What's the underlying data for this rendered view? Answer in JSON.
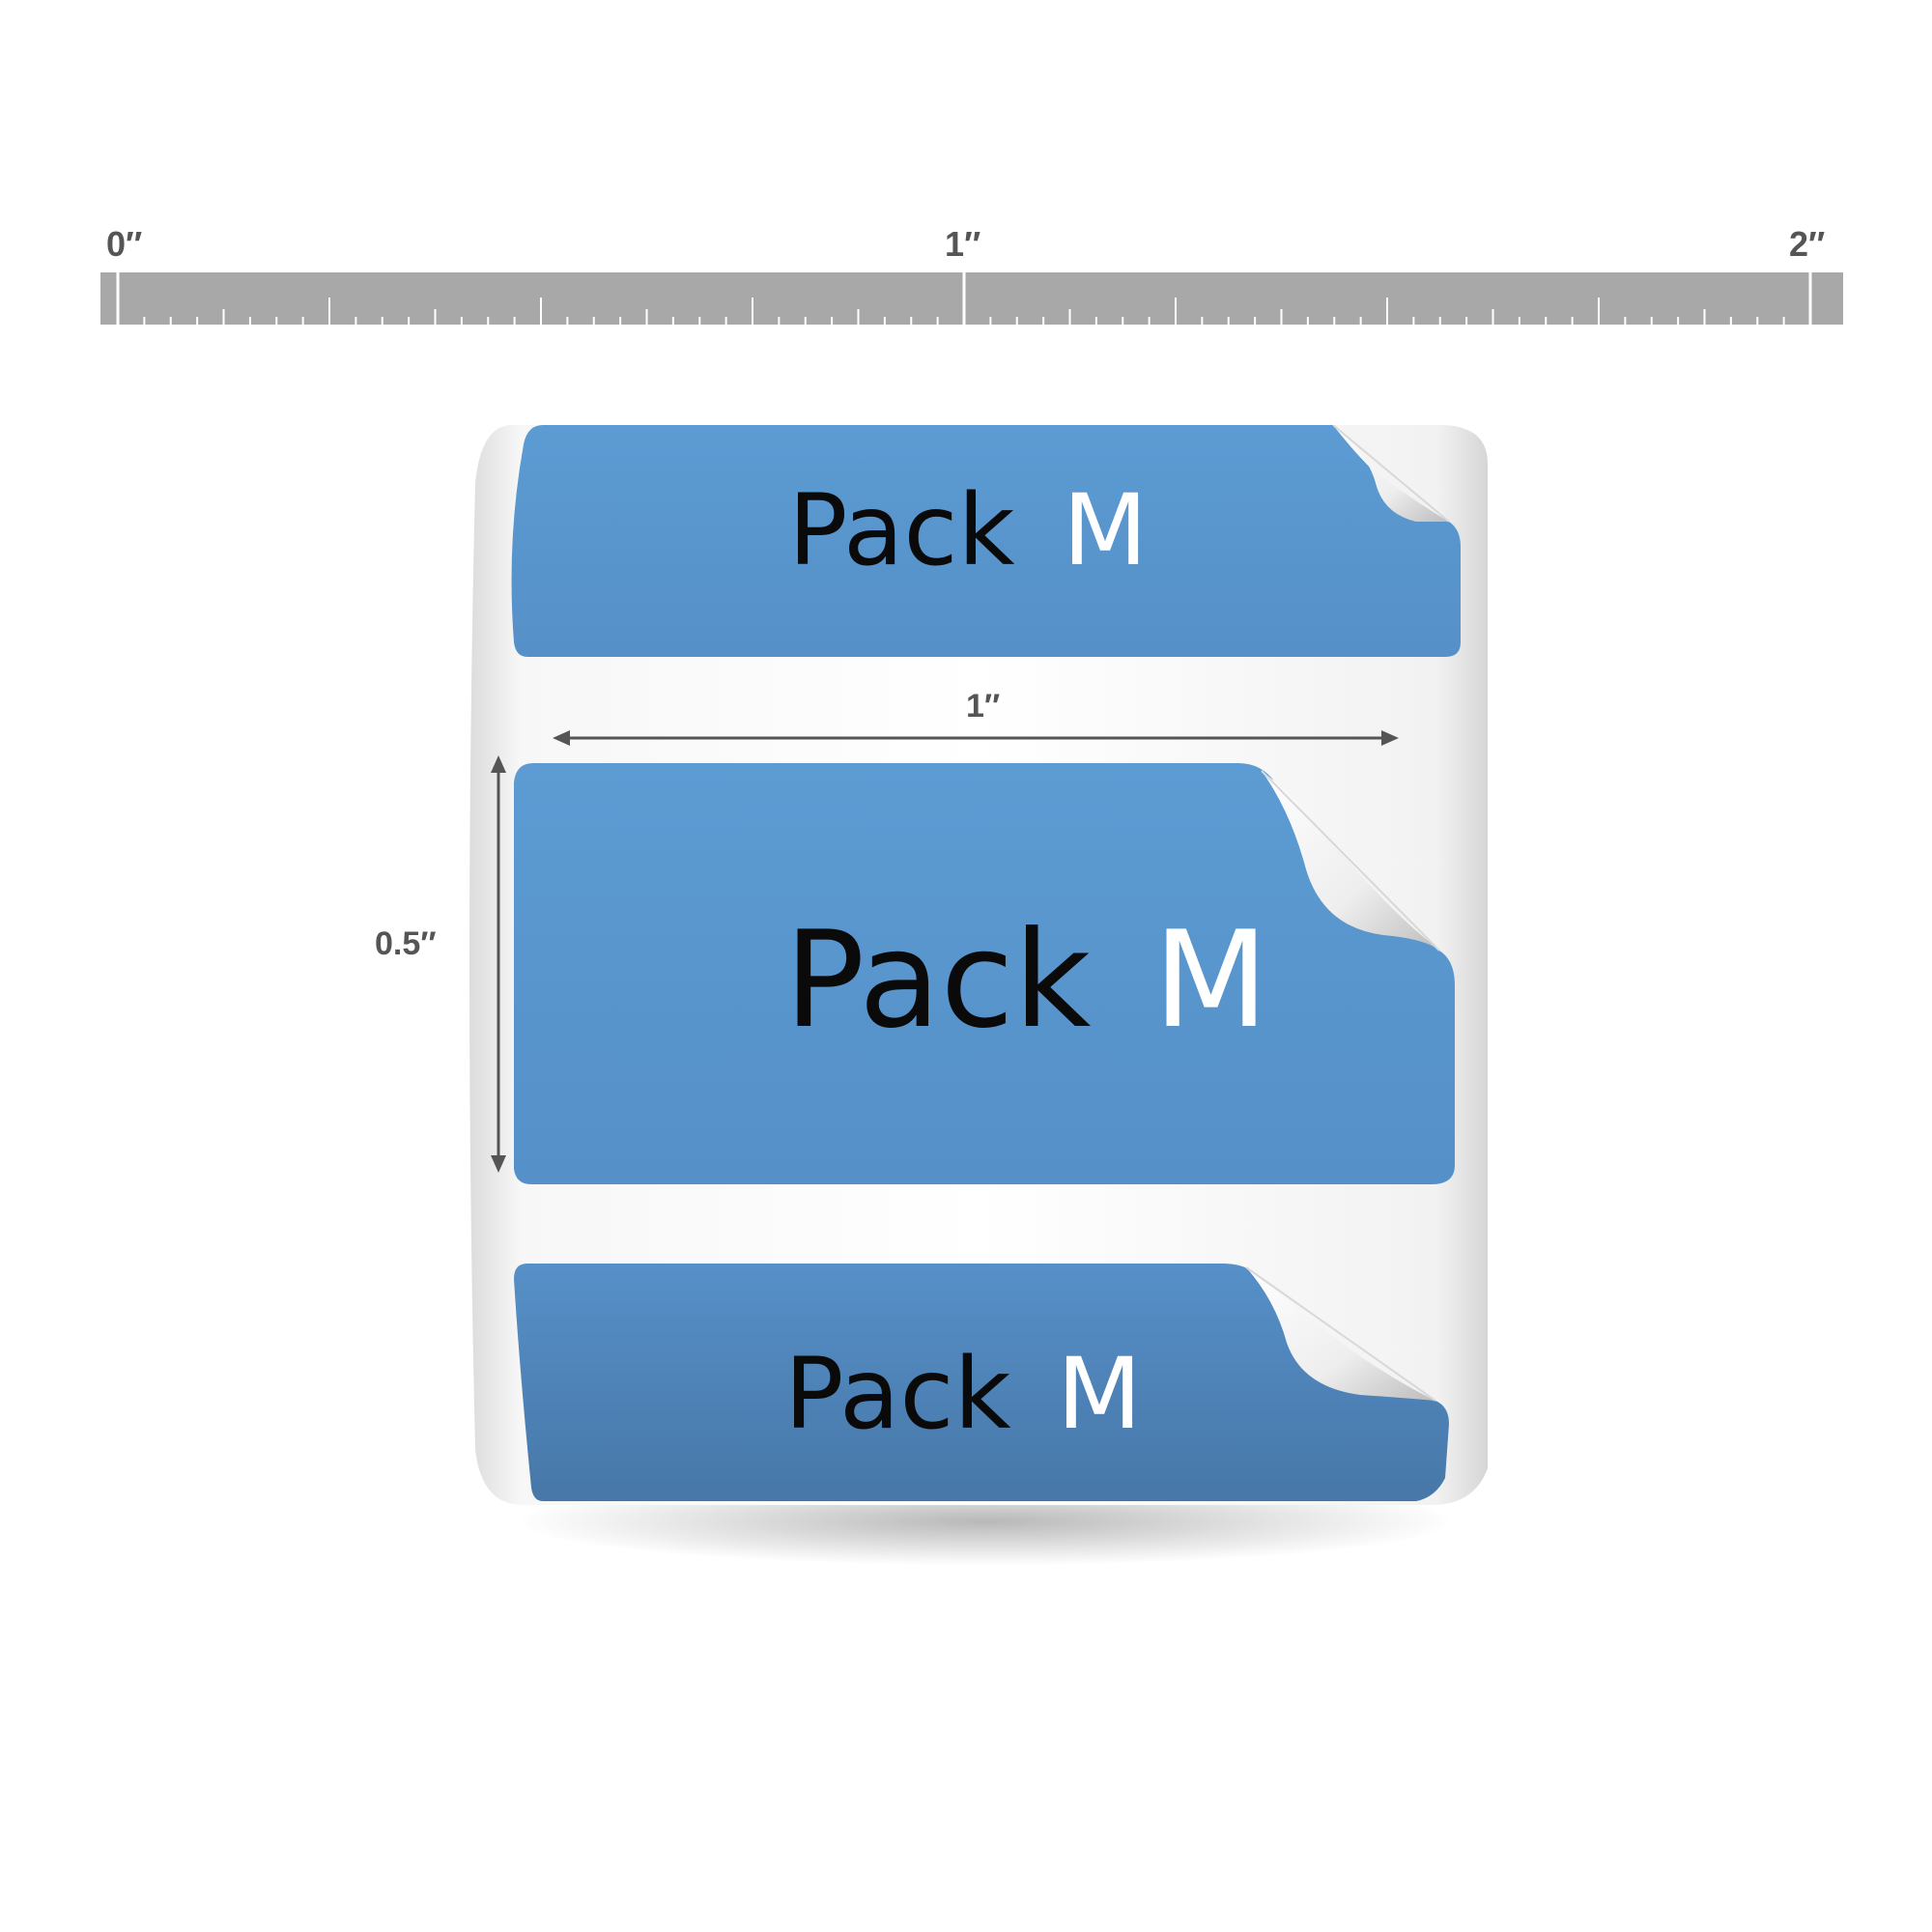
{
  "ruler": {
    "labels": [
      "0″",
      "1″",
      "2″"
    ],
    "minor_ticks_per_inch": 32,
    "color": "#a8a8a8"
  },
  "label_roll": {
    "label_color": "#5b9bd2",
    "brand": {
      "text": "Pack",
      "accent": "M",
      "text_color": "#0a0a0a",
      "accent_color": "#ffffff"
    },
    "width_dimension": "1″",
    "height_dimension": "0.5″"
  }
}
